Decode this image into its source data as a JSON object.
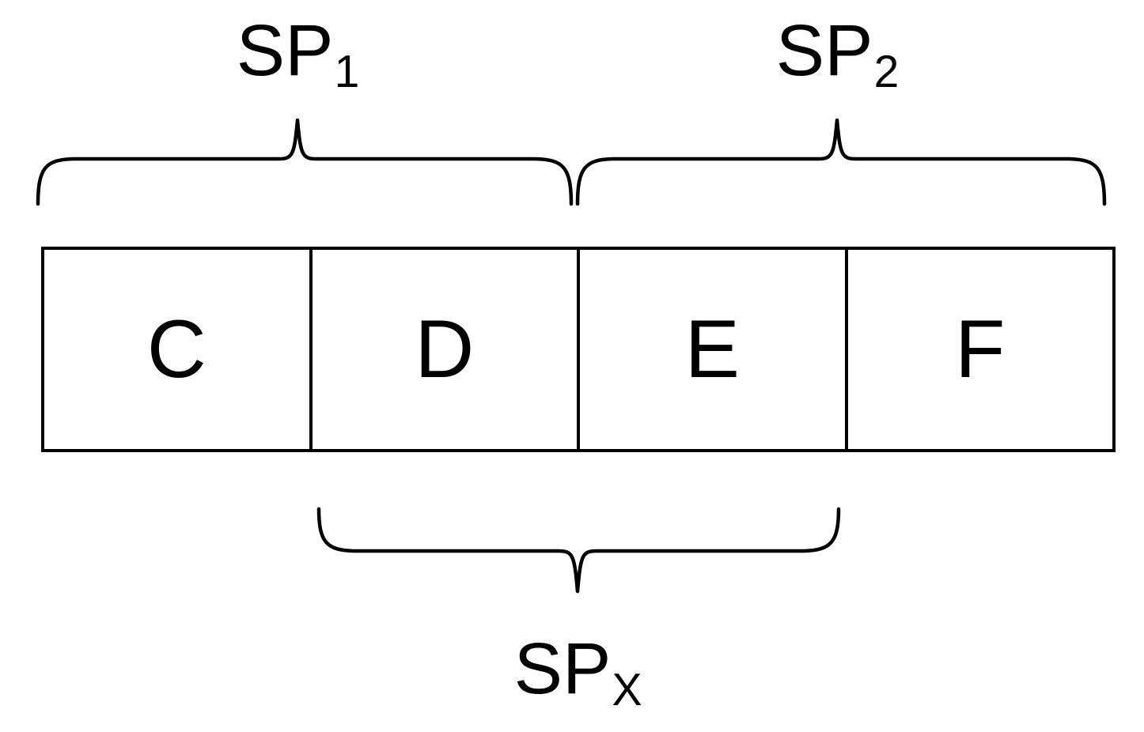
{
  "diagram": {
    "type": "segment-bracket-diagram",
    "background_color": "#ffffff",
    "stroke_color": "#000000",
    "segments": {
      "cells": [
        {
          "label": "C"
        },
        {
          "label": "D"
        },
        {
          "label": "E"
        },
        {
          "label": "F"
        }
      ]
    },
    "brackets": [
      {
        "id": "sp1",
        "name": "SP",
        "subscript": "1",
        "position": "top",
        "direction": "up",
        "spans_cells": [
          "C",
          "D"
        ]
      },
      {
        "id": "sp2",
        "name": "SP",
        "subscript": "2",
        "position": "top",
        "direction": "up",
        "spans_cells": [
          "E",
          "F"
        ]
      },
      {
        "id": "spx",
        "name": "SP",
        "subscript": "X",
        "position": "bottom",
        "direction": "down",
        "spans_cells": [
          "D",
          "E"
        ]
      }
    ]
  }
}
